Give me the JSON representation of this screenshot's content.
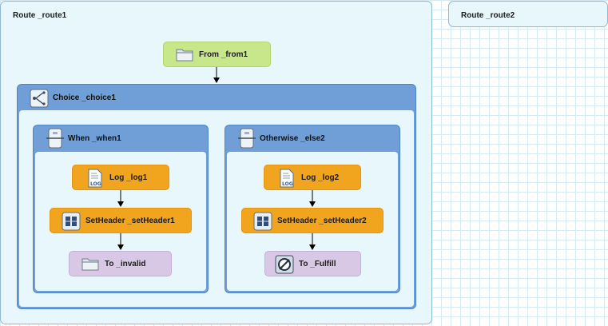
{
  "routes": [
    {
      "title": "Route _route1"
    },
    {
      "title": "Route _route2"
    }
  ],
  "from": {
    "label": "From _from1",
    "icon": "folder-icon"
  },
  "choice": {
    "label": "Choice _choice1",
    "icon": "choice-icon",
    "when": {
      "label": "When _when1",
      "icon": "when-icon",
      "log": {
        "label": "Log _log1",
        "icon": "log-icon"
      },
      "setheader": {
        "label": "SetHeader _setHeader1",
        "icon": "setheader-icon"
      },
      "to": {
        "label": "To _invalid",
        "icon": "folder-icon"
      }
    },
    "otherwise": {
      "label": "Otherwise _else2",
      "icon": "otherwise-icon",
      "log": {
        "label": "Log _log2",
        "icon": "log-icon"
      },
      "setheader": {
        "label": "SetHeader _setHeader2",
        "icon": "setheader-icon"
      },
      "to": {
        "label": "To _Fulfill",
        "icon": "endpoint-icon"
      }
    }
  },
  "colors": {
    "route_bg": "#e8f7fc",
    "container_header": "#6f9fd6",
    "from_node": "#c8e68a",
    "processor_node": "#f1a51f",
    "endpoint_node": "#d9c7e6"
  }
}
